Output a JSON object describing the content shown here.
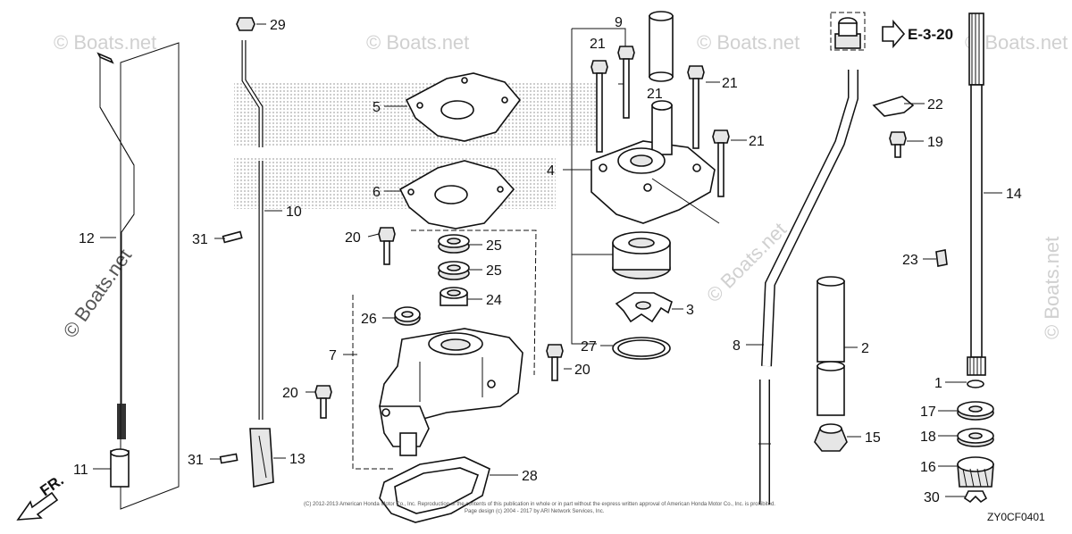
{
  "diagram": {
    "watermark_text": "© Boats.net",
    "ref_page": "E-3-20",
    "direction_label": "FR.",
    "diagram_code": "ZY0CF0401",
    "copyright_line1": "(C) 2012-2013 American Honda Motor Co., Inc. Reproduction of the contents of this publication in whole or in part without the express written approval of American Honda Motor Co., Inc. is prohibited.",
    "copyright_line2": "Page design (c) 2004 - 2017 by ARI Network Services, Inc.",
    "callouts": [
      {
        "id": "c29",
        "text": "29"
      },
      {
        "id": "c5",
        "text": "5"
      },
      {
        "id": "c6",
        "text": "6"
      },
      {
        "id": "c10",
        "text": "10"
      },
      {
        "id": "c12",
        "text": "12"
      },
      {
        "id": "c31a",
        "text": "31"
      },
      {
        "id": "c20a",
        "text": "20"
      },
      {
        "id": "c25a",
        "text": "25"
      },
      {
        "id": "c25b",
        "text": "25"
      },
      {
        "id": "c24",
        "text": "24"
      },
      {
        "id": "c26",
        "text": "26"
      },
      {
        "id": "c7",
        "text": "7"
      },
      {
        "id": "c20b",
        "text": "20"
      },
      {
        "id": "c20c",
        "text": "20"
      },
      {
        "id": "c27",
        "text": "27"
      },
      {
        "id": "c3",
        "text": "3"
      },
      {
        "id": "c28",
        "text": "28"
      },
      {
        "id": "c11",
        "text": "11"
      },
      {
        "id": "c31b",
        "text": "31"
      },
      {
        "id": "c13",
        "text": "13"
      },
      {
        "id": "c9",
        "text": "9"
      },
      {
        "id": "c21a",
        "text": "21"
      },
      {
        "id": "c21b",
        "text": "21"
      },
      {
        "id": "c21c",
        "text": "21"
      },
      {
        "id": "c21d",
        "text": "21"
      },
      {
        "id": "c4",
        "text": "4"
      },
      {
        "id": "c22",
        "text": "22"
      },
      {
        "id": "c19",
        "text": "19"
      },
      {
        "id": "c14",
        "text": "14"
      },
      {
        "id": "c23",
        "text": "23"
      },
      {
        "id": "c8",
        "text": "8"
      },
      {
        "id": "c2",
        "text": "2"
      },
      {
        "id": "c15",
        "text": "15"
      },
      {
        "id": "c1",
        "text": "1"
      },
      {
        "id": "c17",
        "text": "17"
      },
      {
        "id": "c18",
        "text": "18"
      },
      {
        "id": "c16",
        "text": "16"
      },
      {
        "id": "c30",
        "text": "30"
      }
    ]
  }
}
